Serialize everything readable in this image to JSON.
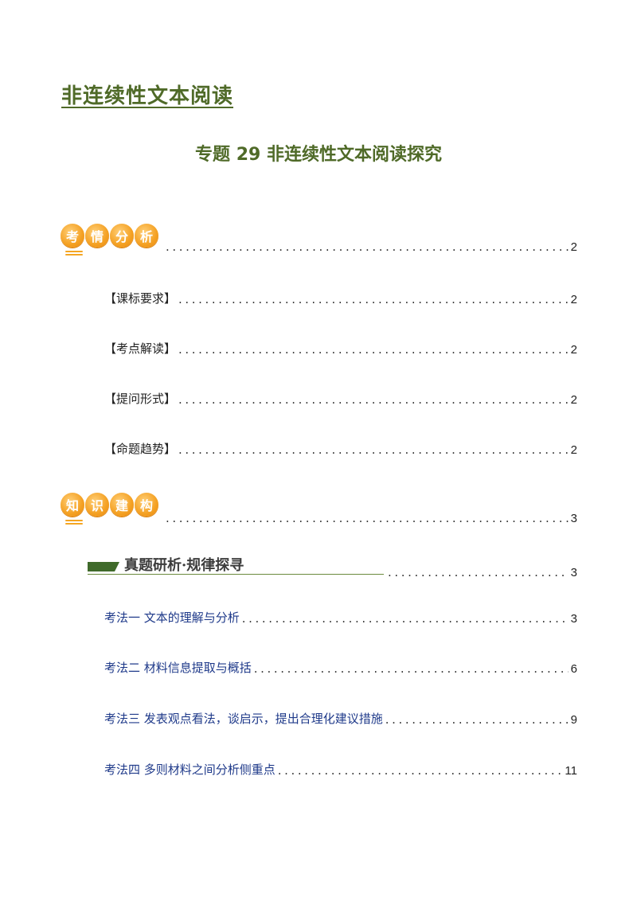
{
  "doc_title": "非连续性文本阅读",
  "subtitle": "专题 29  非连续性文本阅读探究",
  "sections": [
    {
      "badge_chars": [
        "考",
        "情",
        "分",
        "析"
      ],
      "page": "2",
      "items": [
        {
          "label": "【课标要求】",
          "page": "2"
        },
        {
          "label": "【考点解读】",
          "page": "2"
        },
        {
          "label": "【提问形式】",
          "page": "2"
        },
        {
          "label": "【命题趋势】",
          "page": "2"
        }
      ]
    },
    {
      "badge_chars": [
        "知",
        "识",
        "建",
        "构"
      ],
      "page": "3",
      "banner": {
        "text": "真题研析·规律探寻",
        "page": "3"
      },
      "items": [
        {
          "label": "考法一  文本的理解与分析",
          "page": "3"
        },
        {
          "label": "考法二  材料信息提取与概括",
          "page": "6"
        },
        {
          "label": "考法三  发表观点看法，谈启示，提出合理化建议措施",
          "page": "9"
        },
        {
          "label": "考法四  多则材料之间分析侧重点",
          "page": "11"
        }
      ]
    }
  ],
  "colors": {
    "title_green": "#4f6a28",
    "badge_orange": "#f4a022",
    "link_blue": "#1f3a8a"
  }
}
